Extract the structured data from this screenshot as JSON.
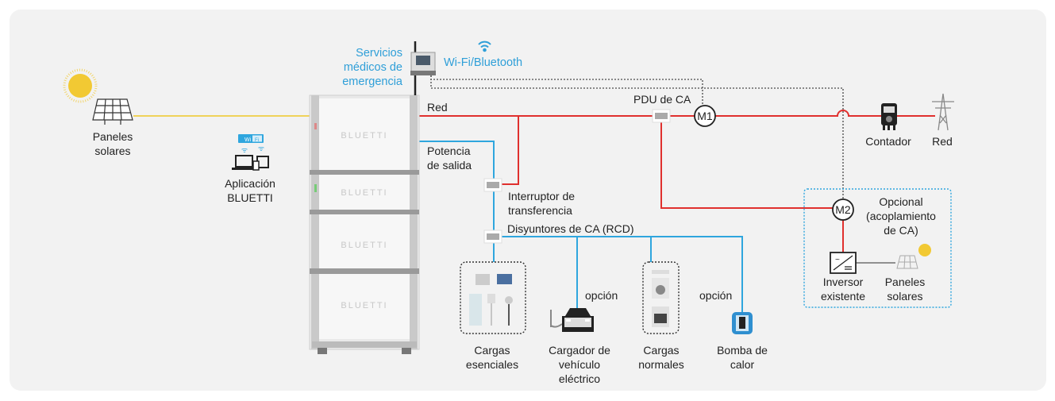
{
  "colors": {
    "grid_line": "#e0302e",
    "output_line": "#2fa6de",
    "solar_line": "#f0d25a",
    "label_blue": "#2f9fd8",
    "background": "#f2f2f2"
  },
  "emergency": {
    "line1": "Servicios",
    "line2": "médicos de",
    "line3": "emergencia"
  },
  "wifi": {
    "label": "Wi-Fi/Bluetooth",
    "icon": "wifi-icon"
  },
  "solar": {
    "line1": "Paneles",
    "line2": "solares"
  },
  "app": {
    "line1": "Aplicación",
    "line2": "BLUETTI",
    "badge_left": "Wi",
    "badge_right": "Fi"
  },
  "battery": {
    "brand": "BLUETTI"
  },
  "lines": {
    "grid": "Red",
    "output_line1": "Potencia",
    "output_line2": "de salida"
  },
  "transfer": {
    "line1": "Interruptor de",
    "line2": "transferencia"
  },
  "rcd": {
    "label": "Disyuntores de CA (RCD)"
  },
  "pdu": {
    "label": "PDU de CA"
  },
  "meters": {
    "m1": "M1",
    "m2": "M2"
  },
  "meter": {
    "label": "Contador"
  },
  "grid": {
    "label": "Red"
  },
  "optional": {
    "line1": "Opcional",
    "line2": "(acoplamiento",
    "line3": "de CA)"
  },
  "inverter": {
    "line1": "Inversor",
    "line2": "existente"
  },
  "solar2": {
    "line1": "Paneles",
    "line2": "solares"
  },
  "loads": {
    "essential": {
      "line1": "Cargas",
      "line2": "esenciales"
    },
    "ev": {
      "line1": "Cargador de",
      "line2": "vehículo",
      "line3": "eléctrico",
      "option": "opción"
    },
    "normal": {
      "line1": "Cargas",
      "line2": "normales"
    },
    "heatpump": {
      "line1": "Bomba de",
      "line2": "calor",
      "option": "opción"
    }
  }
}
